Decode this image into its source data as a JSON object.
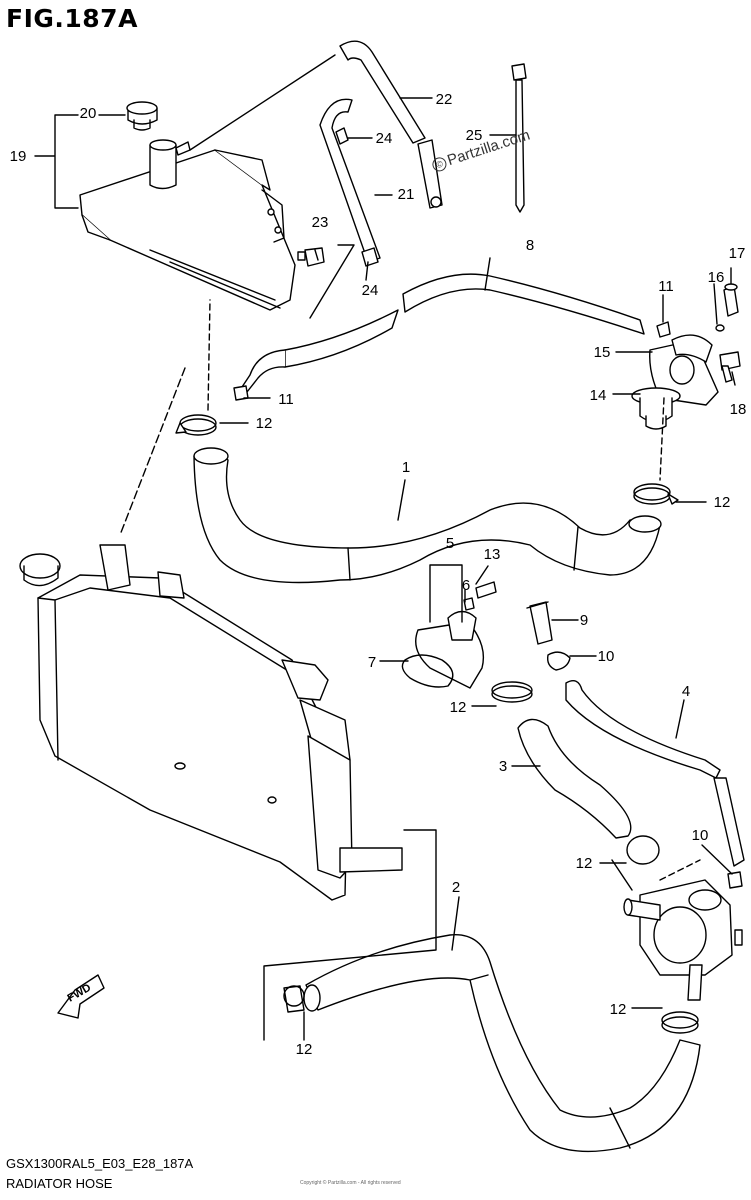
{
  "title": "FIG.187A",
  "footer": {
    "code": "GSX1300RAL5_E03_E28_187A",
    "caption": "RADIATOR HOSE"
  },
  "watermark": {
    "symbol": "©",
    "text": "Partzilla.com"
  },
  "fine_print": "Copyright © Partzilla.com - All rights reserved",
  "fwd_label": "FWD",
  "part_numbers": [
    "1",
    "2",
    "3",
    "4",
    "5",
    "6",
    "7",
    "8",
    "9",
    "10",
    "11",
    "12",
    "13",
    "14",
    "15",
    "16",
    "17",
    "18",
    "19",
    "20",
    "21",
    "22",
    "23",
    "24",
    "25"
  ],
  "colors": {
    "line": "#000000",
    "fill": "#ffffff",
    "shade": "#c8c8c8"
  }
}
